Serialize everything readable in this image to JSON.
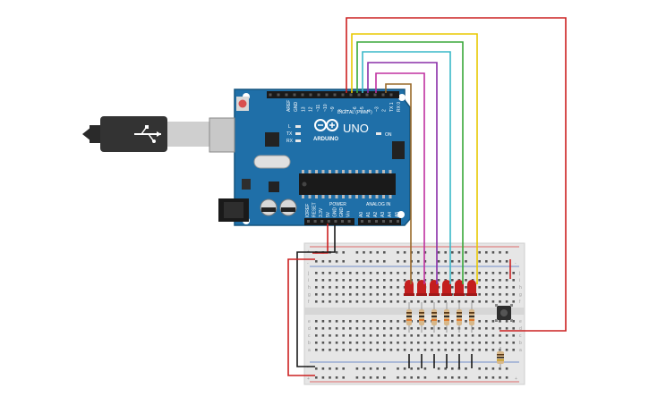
{
  "colors": {
    "board": "#1f6fa8",
    "board_dark": "#15557f",
    "breadboard": "#e8e8e8",
    "breadboard_line_red": "#d94040",
    "breadboard_line_blue": "#4a6fbf",
    "led": "#c41e1e",
    "wire_red": "#cc2020",
    "wire_yellow": "#e8c800",
    "wire_green": "#3aa83a",
    "wire_cyan": "#3ab8c8",
    "wire_purple": "#8a2ea8",
    "wire_magenta": "#c030a0",
    "wire_brown": "#9a6a2a",
    "wire_black": "#1a1a1a"
  },
  "arduino": {
    "logo_text": "ARDUINO",
    "model": "UNO",
    "digital_header": "DIGITAL (PWM~)",
    "power_header": "POWER",
    "analog_header": "ANALOG IN",
    "on_label": "ON",
    "tx_label": "TX",
    "rx_label": "RX",
    "l_label": "L",
    "aref_label": "AREF",
    "gnd_label": "GND",
    "digital_pins": [
      "13",
      "12",
      "~11",
      "~10",
      "~9",
      "8",
      "7",
      "~6",
      "~5",
      "4",
      "~3",
      "2",
      "TX 1",
      "RX 0"
    ],
    "power_pins": [
      "IOREF",
      "RESET",
      "3.3V",
      "5V",
      "GND",
      "GND",
      "Vin"
    ],
    "analog_pins": [
      "A0",
      "A1",
      "A2",
      "A3",
      "A4",
      "A5"
    ]
  },
  "breadboard": {
    "row_letters_top": [
      "j",
      "i",
      "h",
      "g",
      "f"
    ],
    "row_letters_bottom": [
      "e",
      "d",
      "c",
      "b",
      "a"
    ],
    "rail_plus": "+",
    "rail_minus": "-"
  }
}
